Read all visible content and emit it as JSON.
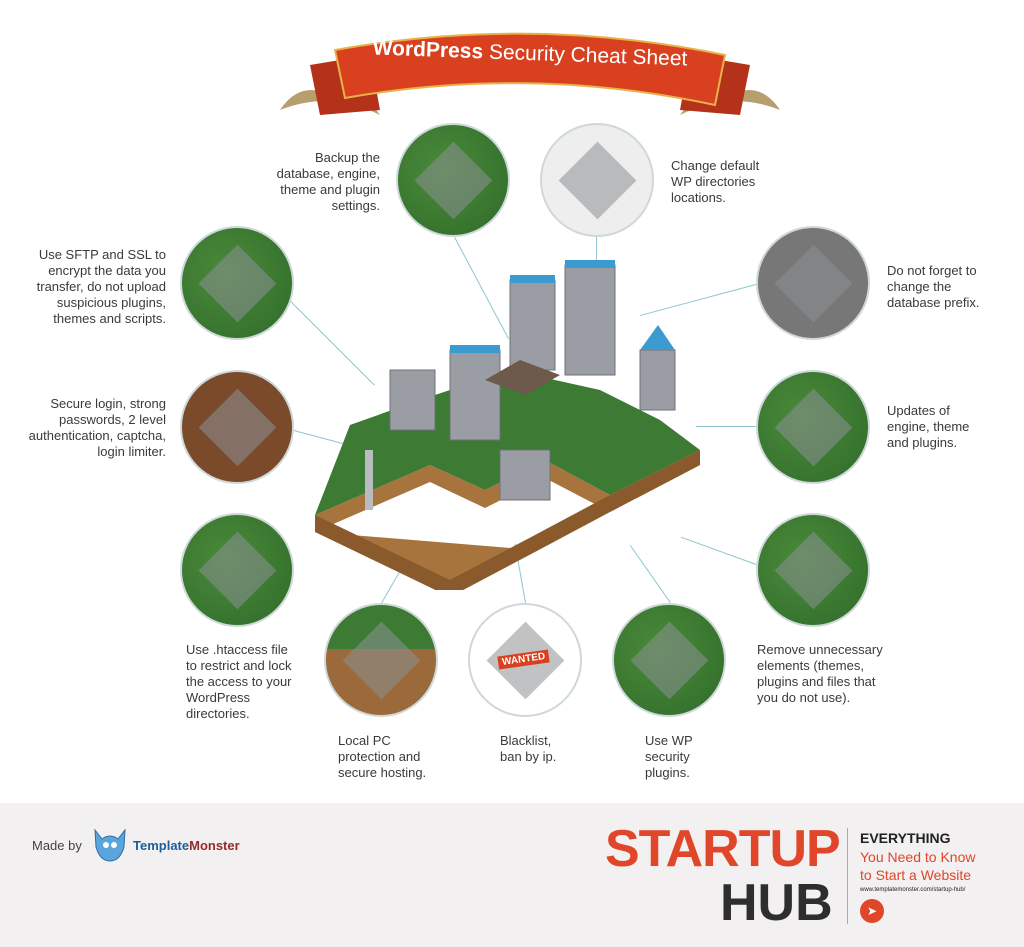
{
  "title": {
    "bold": "WordPress",
    "rest": "Security Cheat Sheet"
  },
  "tips": {
    "backup": "Backup the database, engine, theme and plugin settings.",
    "directories": "Change default WP directories locations.",
    "sftp": "Use SFTP and SSL to encrypt the data you transfer, do not upload suspicious plugins, themes and scripts.",
    "prefix": "Do not forget to change the database prefix.",
    "login": "Secure login, strong passwords, 2 level authentication, captcha, login limiter.",
    "updates": "Updates of engine, theme and plugins.",
    "htaccess": "Use .htaccess file to restrict and lock the access to your WordPress directories.",
    "remove": "Remove unnecessary elements (themes, plugins and files that you do not use).",
    "localpc": "Local PC protection and secure hosting.",
    "blacklist": "Blacklist, ban by ip.",
    "plugins": "Use WP security plugins."
  },
  "wanted_sign": "WANTED",
  "footer": {
    "made_by": "Made by",
    "brand_a": "Template",
    "brand_b": "Monster",
    "startup": "STARTUP",
    "hub": "HUB",
    "everything": "EVERYTHING",
    "line1": "You Need to Know",
    "line2": "to Start a Website",
    "url": "www.templatemonster.com/startup-hub/"
  },
  "colors": {
    "accent": "#e0462a",
    "ribbon": "#d9401f",
    "ground": "#3d7a34",
    "footer_bg": "#f2f0f0"
  }
}
